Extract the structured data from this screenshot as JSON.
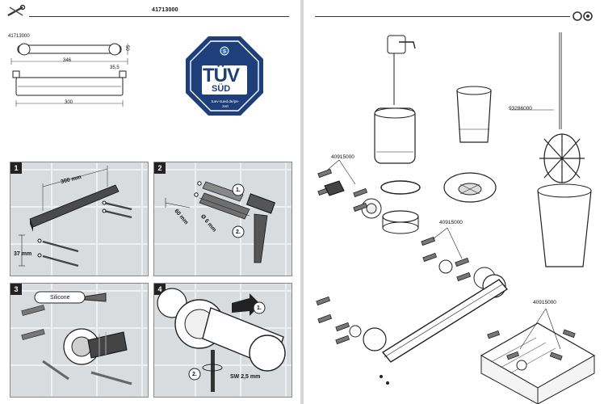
{
  "left_page": {
    "header_code": "41713000",
    "product_label": "41713000",
    "dims": {
      "overall_length": "346",
      "depth": "35,5",
      "height": "50",
      "mount_spacing": "300"
    },
    "certification": {
      "main": "TÜV",
      "sub": "SÜD",
      "url": "tuev-sued.de/ps-zert",
      "colors": {
        "navy": "#1f3f7a",
        "blue": "#2d6bb3"
      }
    },
    "steps": [
      {
        "num": "1",
        "dim_a": "300 mm",
        "dim_b": "37 mm"
      },
      {
        "num": "2",
        "depth": "60 mm",
        "drill": "Ø 6 mm",
        "sub1": "1.",
        "sub2": "2."
      },
      {
        "num": "3",
        "silicone": "Silicone"
      },
      {
        "num": "4",
        "sub1": "1.",
        "sub2": "2.",
        "wrench": "SW 2,5 mm"
      }
    ]
  },
  "right_page": {
    "parts": {
      "screwset_a": "40915000",
      "screwset_b": "40915000",
      "screwset_c": "40915000",
      "brush": "93286000"
    }
  }
}
